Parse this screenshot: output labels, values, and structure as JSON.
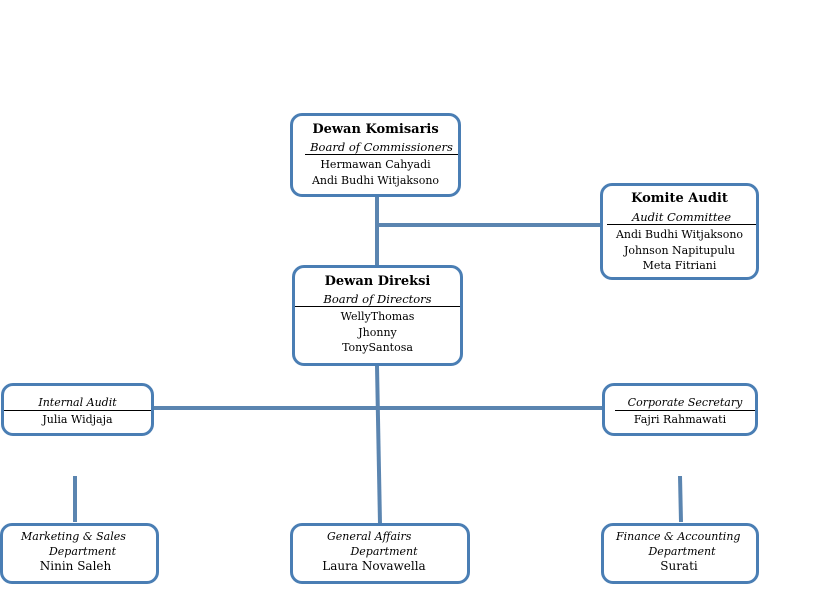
{
  "board_of_commissioners": {
    "title": "Dewan Komisaris",
    "subtitle": "Board of Commissioners",
    "members": [
      "Hermawan Cahyadi",
      "Andi Budhi Witjaksono"
    ]
  },
  "audit_committee": {
    "title": "Komite Audit",
    "subtitle": "Audit Committee",
    "members": [
      "Andi Budhi Witjaksono",
      "Johnson Napitupulu",
      "Meta Fitriani"
    ]
  },
  "board_of_directors": {
    "title": "Dewan Direksi",
    "subtitle": "Board of Directors",
    "members": [
      "WellyThomas",
      "Jhonny",
      "TonySantosa"
    ]
  },
  "internal_audit": {
    "title": "Internal Audit",
    "members": [
      "Julia Widjaja"
    ]
  },
  "corporate_secretary": {
    "title": "Corporate Secretary",
    "members": [
      "Fajri Rahmawati"
    ]
  },
  "marketing_sales": {
    "title_line1": "Marketing & Sales",
    "title_line2": "Department",
    "members": [
      "Ninin Saleh"
    ]
  },
  "general_affairs": {
    "title_line1": "General Affairs",
    "title_line2": "Department",
    "members": [
      "Laura Novawella"
    ]
  },
  "finance_accounting": {
    "title_line1": "Finance & Accounting",
    "title_line2": "Department",
    "members": [
      "Surati"
    ]
  },
  "colors": {
    "border": "#4a7eb4",
    "connector": "#5b85b0"
  }
}
